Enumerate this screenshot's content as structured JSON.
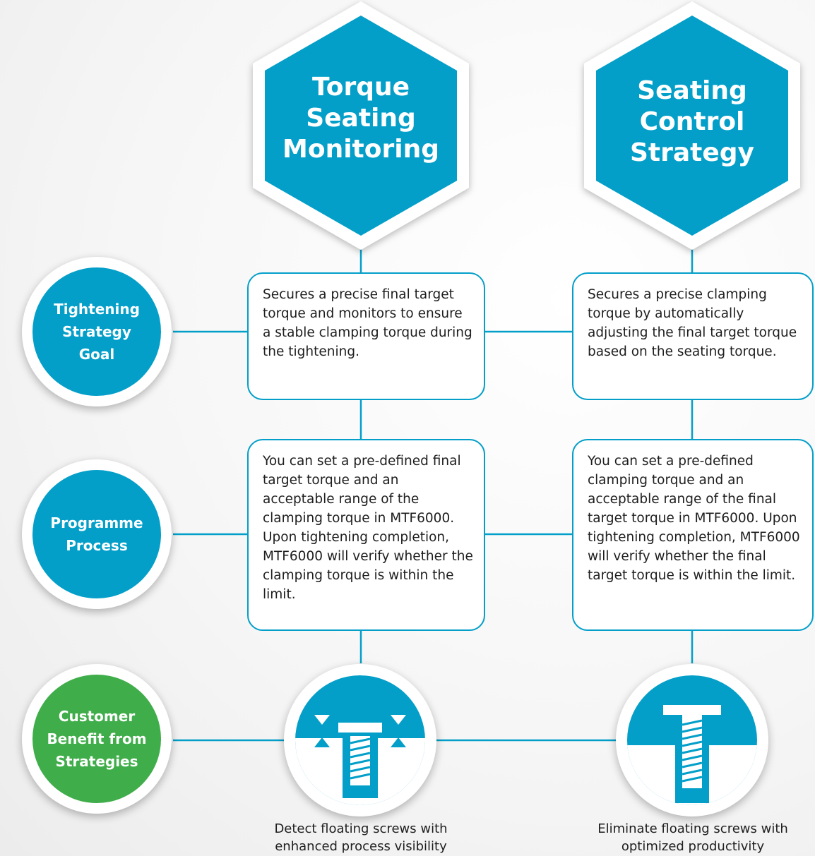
{
  "columns": [
    {
      "title": "Torque\nSeating\nMonitoring",
      "goal": "Secures a precise final target torque and monitors to ensure a stable clamping torque during the tightening.",
      "process": "You can set a pre-defined final target torque and an acceptable range of the clamping torque in MTF6000. Upon tightening completion, MTF6000 will verify whether the clamping torque is within the limit.",
      "benefit_icon": "floating-screw-detect-icon",
      "benefit": "Detect floating screws with\nenhanced process visibility"
    },
    {
      "title": "Seating\nControl\nStrategy",
      "goal": "Secures a precise clamping torque by automatically adjusting the final target torque based on the seating torque.",
      "process": "You can set a pre-defined clamping torque and an acceptable range of the final target torque in MTF6000. Upon tightening completion, MTF6000 will verify whether the final target torque is within the limit.",
      "benefit_icon": "seated-screw-icon",
      "benefit": "Eliminate floating screws with\noptimized productivity"
    }
  ],
  "rows": [
    {
      "label": "Tightening\nStrategy\nGoal",
      "color": "#039fc9"
    },
    {
      "label": "Programme\nProcess",
      "color": "#039fc9"
    },
    {
      "label": "Customer\nBenefit from\nStrategies",
      "color": "#3fad49"
    }
  ],
  "colors": {
    "accent": "#039fc9",
    "green": "#3fad49",
    "text": "#1e1e1e"
  }
}
